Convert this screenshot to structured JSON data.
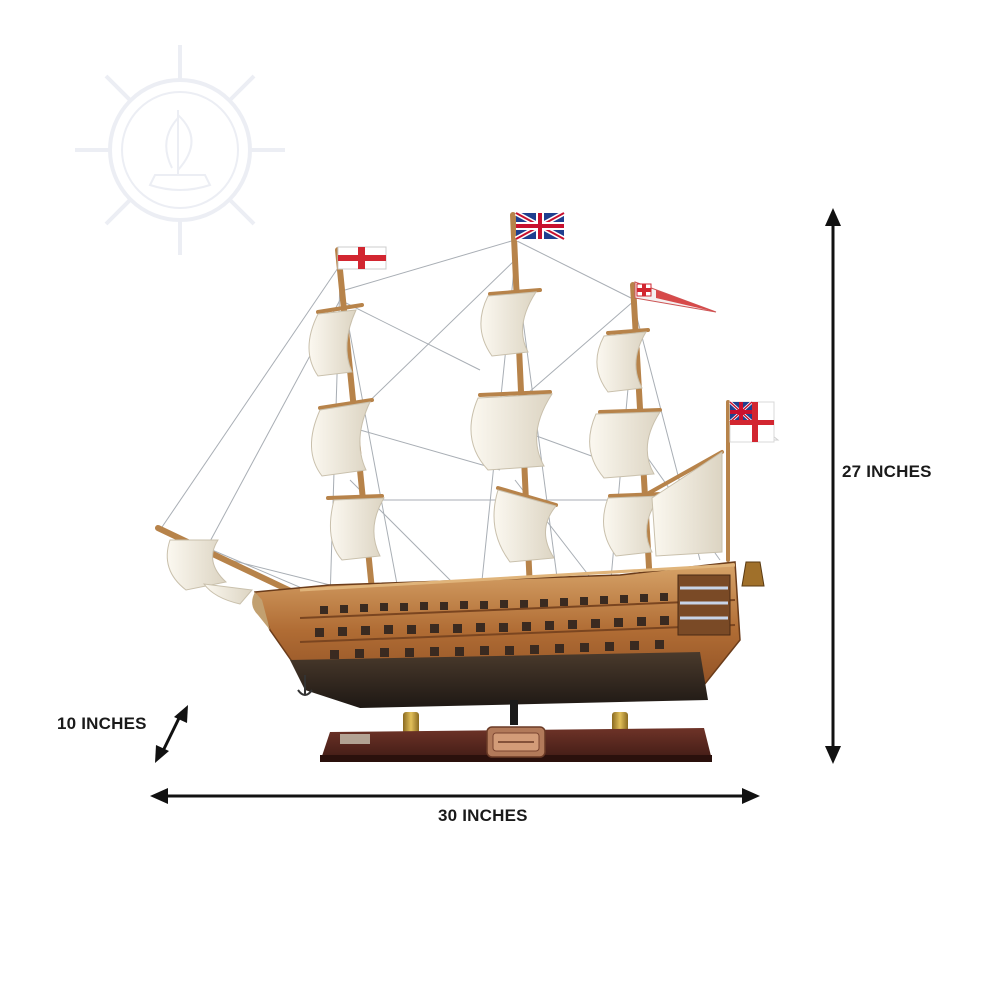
{
  "dimensions": {
    "height_label": "27 INCHES",
    "depth_label": "10 INCHES",
    "width_label": "30 INCHES"
  },
  "icons": {
    "watermark": "ships-wheel-logo-icon",
    "arrows": "double-headed-arrow-icon"
  },
  "colors": {
    "background": "#ffffff",
    "hull_wood": "#b8743a",
    "hull_dark": "#2e2620",
    "sail": "#f2ede2",
    "base": "#5a2a22",
    "arrow": "#111111",
    "watermark": "#dfe3ee"
  }
}
